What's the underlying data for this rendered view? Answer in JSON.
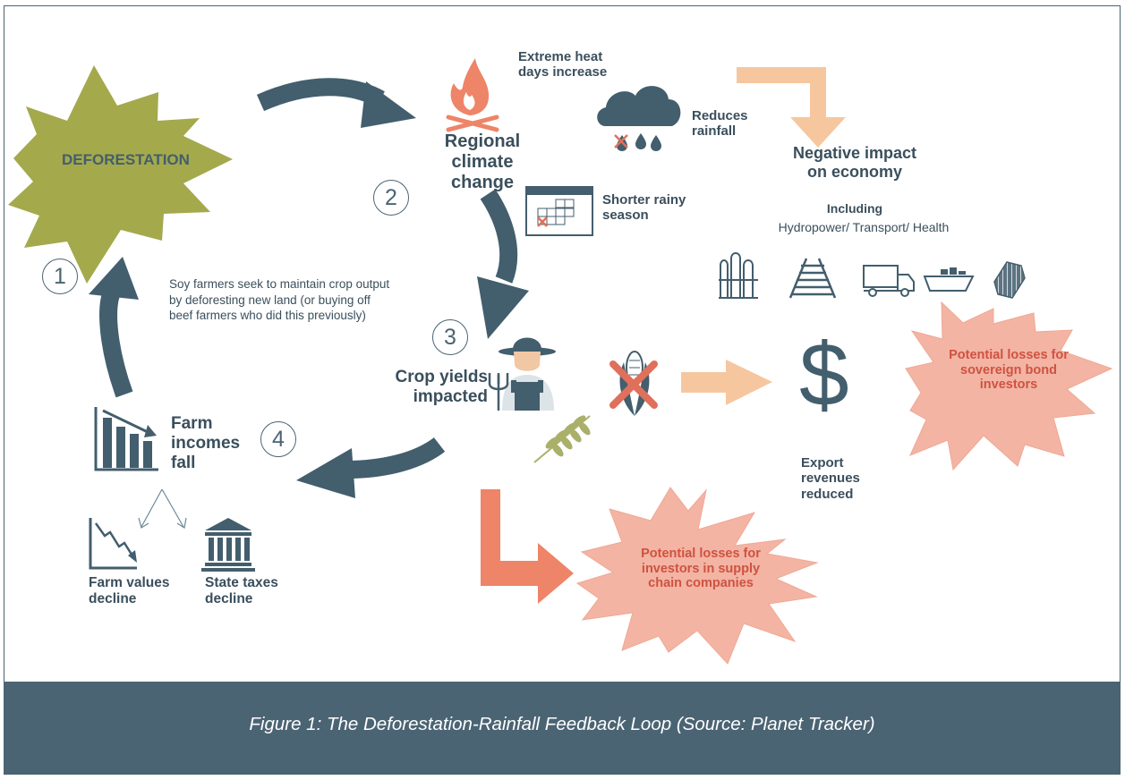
{
  "nodes": {
    "deforestation": "DEFORESTATION",
    "regional_climate_change": "Regional climate change",
    "extreme_heat": "Extreme heat days increase",
    "reduces_rainfall": "Reduces rainfall",
    "shorter_rainy": "Shorter rainy season",
    "negative_impact": "Negative impact on economy",
    "including": "Including",
    "sectors": "Hydropower/ Transport/ Health",
    "crop_yields": "Crop yields impacted",
    "farm_incomes": "Farm incomes fall",
    "farm_values": "Farm values decline",
    "state_taxes": "State taxes decline",
    "export_revenues": "Export revenues reduced",
    "dollar": "$",
    "losses_sovereign": "Potential losses for sovereign bond investors",
    "losses_supply": "Potential losses for investors in supply chain companies",
    "soy_note": "Soy farmers seek to maintain crop output by deforesting new land (or buying off beef farmers who did this previously)"
  },
  "steps": [
    "1",
    "2",
    "3",
    "4"
  ],
  "colors": {
    "loop_arrow": "#435e6d",
    "text": "#3a4f5c",
    "burst_olive": "#a4a94c",
    "burst_salmon": "#f3b4a4",
    "burst_text": "#cf5240",
    "arrow_peach": "#f6c79f",
    "arrow_coral": "#ee8468",
    "caption_bar": "#4b6474"
  },
  "caption": "Figure 1: The Deforestation-Rainfall Feedback Loop (Source: Planet Tracker)"
}
